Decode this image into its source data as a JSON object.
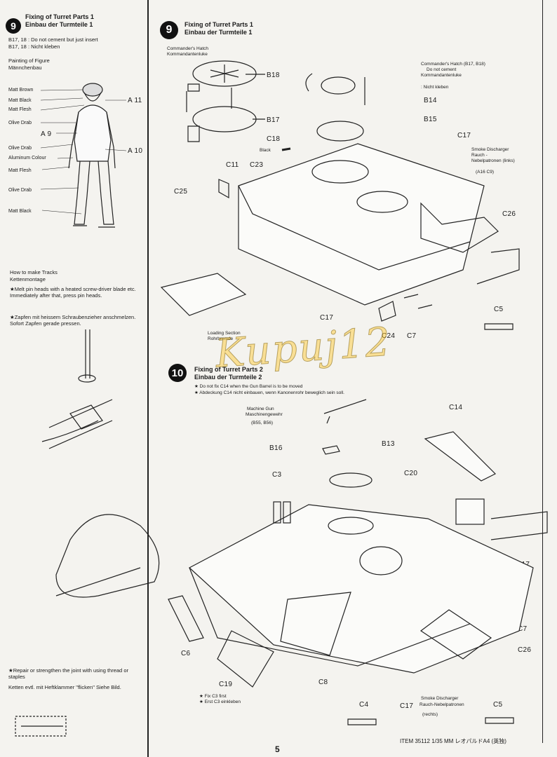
{
  "left": {
    "step_number": "9",
    "title_en": "Fixing of Turret Parts 1",
    "title_de": "Einbau der Turmteile 1",
    "note1": "B17, 18 : Do not cement but just insert",
    "note2": "B17, 18 : Nicht kleben",
    "figure_heading_en": "Painting of Figure",
    "figure_heading_de": "Männchenbau",
    "figure_paints": [
      "Matt Brown",
      "Matt Black",
      "Matt Flesh",
      "Olive Drab",
      "Olive Drab",
      "Aluminum Colour",
      "Matt Flesh",
      "Olive Drab",
      "Matt Black"
    ],
    "figure_parts": [
      "A 11",
      "A 9",
      "A 10"
    ],
    "tracks_heading_en": "How to make Tracks",
    "tracks_heading_de": "Kettenmontage",
    "tracks_text1": "★Melt pin heads with a heated screw-driver blade etc. Immediately after that, press pin heads.",
    "tracks_text2": "★Zapfen mit heissem Schraubenzieher anschmelzen. Sofort Zapfen gerade pressen.",
    "repair_text1": "★Repair or strengthen the joint with using thread or staples",
    "repair_text2": "Ketten evtl. mit Heftklammer \"flicken\" Siehe Bild."
  },
  "step9": {
    "number": "9",
    "title_en": "Fixing of Turret Parts 1",
    "title_de": "Einbau der Turmteile 1",
    "hatch_label_en": "Commander's Hatch",
    "hatch_label_de": "Kommandantenluke",
    "hatch_note": [
      "Commander's Hatch (B17, B18)",
      "Do not cement",
      "Kommandantenluke",
      ": Nicht kleben"
    ],
    "black_label": "Black",
    "smoke_label": [
      "Smoke Discharger",
      "Rauch -",
      "Nebelpatronen (links)",
      "(A16  C9)"
    ],
    "loading_label": [
      "Loading Section",
      "Rohrbremde"
    ],
    "parts": [
      "B18",
      "B17",
      "C18",
      "B14",
      "B15",
      "C17",
      "C11",
      "C23",
      "C25",
      "C26",
      "C5",
      "C17",
      "C24",
      "C7"
    ]
  },
  "step10": {
    "number": "10",
    "title_en": "Fixing of Turret Parts 2",
    "title_de": "Einbau der Turmteile 2",
    "note_en": "★ Do not fix C14 when the Gun Barrel is to be moved",
    "note_de": "★ Abdeckung C14 nicht einbauen, wenn Kanonenrohr beweglich sein soll.",
    "mg_label": [
      "Machine Gun",
      "Maschinengewehr",
      "(B55, B56)"
    ],
    "fix_note": [
      "★ Fix C3 first",
      "★ Erst C3 einkleben"
    ],
    "smoke_label": [
      "Smoke Discharger",
      "Rauch-Nebelpatronen",
      "(rechts)"
    ],
    "parts": [
      "C14",
      "B16",
      "B13",
      "C3",
      "C20",
      "C17",
      "C7",
      "C6",
      "C19",
      "C8",
      "C26",
      "C4",
      "C17",
      "C5"
    ]
  },
  "watermark": "Kupuj12",
  "footer": "ITEM 35112  1/35 MM レオパルドA4 (英独)",
  "page_number": "5"
}
